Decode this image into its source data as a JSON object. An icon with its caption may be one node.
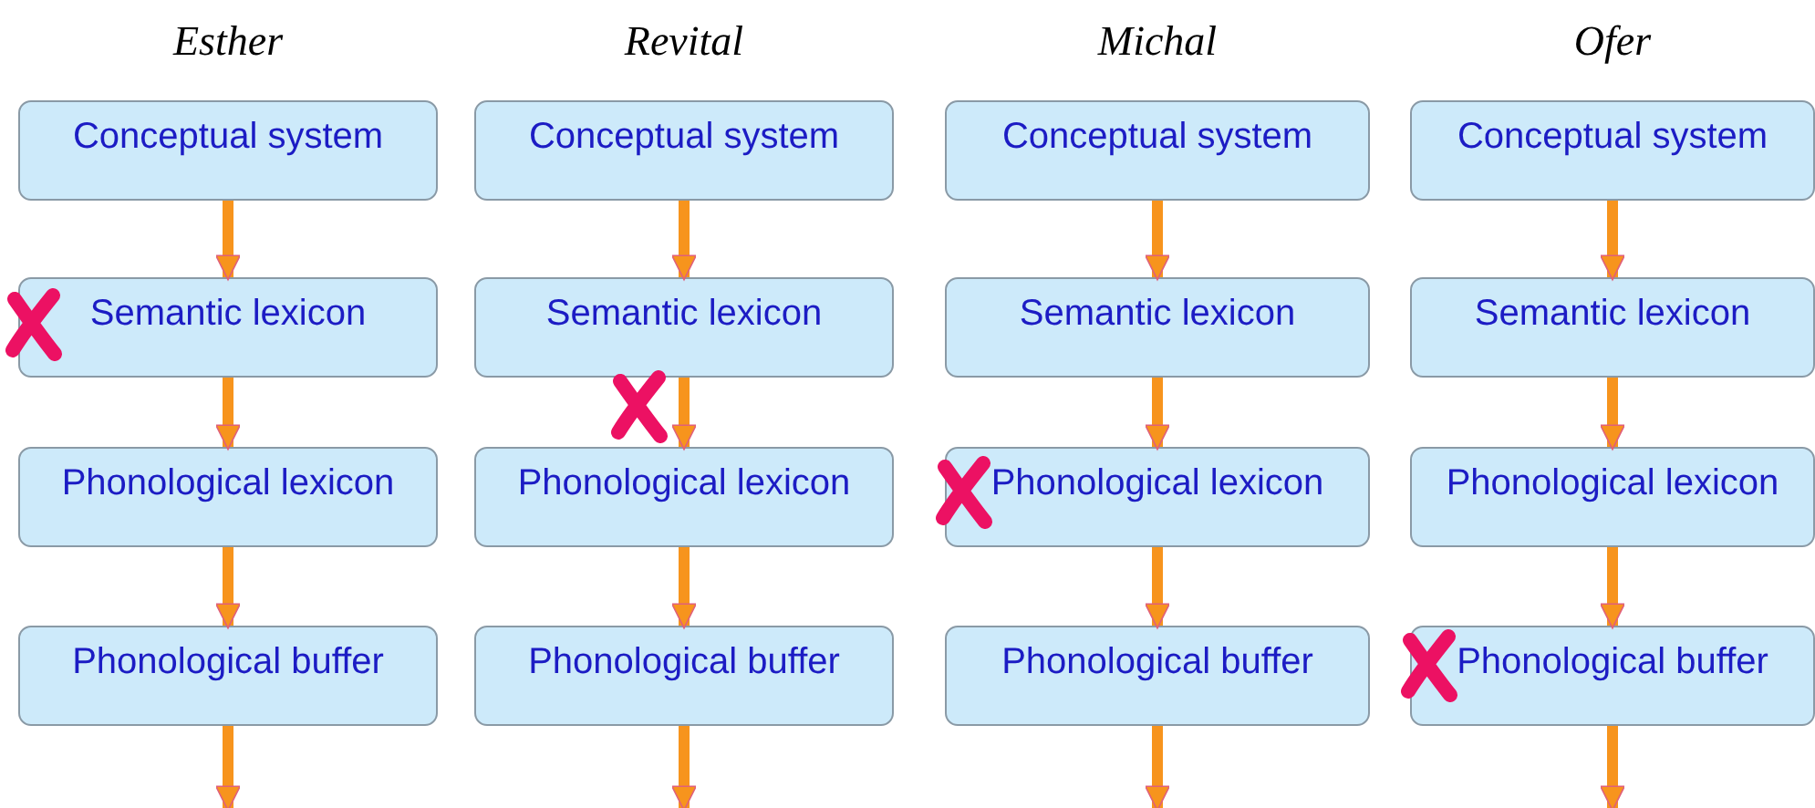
{
  "diagram": {
    "nodes": [
      {
        "text": [
          "Esther"
        ]
      },
      {
        "text": [
          "Conceptual system"
        ],
        "in": 0
      },
      {
        "text": [
          "Semantic lexicon"
        ],
        "in": 0
      },
      {
        "text": [
          "Phonological lexicon"
        ],
        "in": 0
      },
      {
        "text": [
          "Phonological buffer"
        ],
        "in": 0
      },
      {
        "text": [],
        "shape": "cross",
        "in": 0
      },
      {
        "text": [
          "Revital"
        ]
      },
      {
        "text": [
          "Conceptual system"
        ],
        "in": 6
      },
      {
        "text": [
          "Semantic lexicon"
        ],
        "in": 6
      },
      {
        "text": [
          "Phonological lexicon"
        ],
        "in": 6
      },
      {
        "text": [
          "Phonological buffer"
        ],
        "in": 6
      },
      {
        "text": [],
        "shape": "cross",
        "in": 6
      },
      {
        "text": [
          "Michal"
        ]
      },
      {
        "text": [
          "Conceptual system"
        ],
        "in": 12
      },
      {
        "text": [
          "Semantic lexicon"
        ],
        "in": 12
      },
      {
        "text": [
          "Phonological lexicon"
        ],
        "in": 12
      },
      {
        "text": [
          "Phonological buffer"
        ],
        "in": 12
      },
      {
        "text": [],
        "shape": "cross",
        "in": 12
      },
      {
        "text": [
          "Ofer"
        ]
      },
      {
        "text": [
          "Conceptual system"
        ],
        "in": 18
      },
      {
        "text": [
          "Semantic lexicon"
        ],
        "in": 18
      },
      {
        "text": [
          "Phonological lexicon"
        ],
        "in": 18
      },
      {
        "text": [
          "Phonological buffer"
        ],
        "in": 18
      },
      {
        "text": [],
        "shape": "cross",
        "in": 18
      }
    ],
    "edges": [
      {
        "from": 1,
        "to": 2,
        "arrow": "to"
      },
      {
        "from": 2,
        "to": 3,
        "arrow": "to"
      },
      {
        "from": 3,
        "to": 4,
        "arrow": "to"
      },
      {
        "from": 4,
        "to": null,
        "arrow": "to"
      },
      {
        "from": 7,
        "to": 8,
        "arrow": "to"
      },
      {
        "from": 8,
        "to": 9,
        "arrow": "to"
      },
      {
        "from": 9,
        "to": 10,
        "arrow": "to"
      },
      {
        "from": 10,
        "to": null,
        "arrow": "to"
      },
      {
        "from": 13,
        "to": 14,
        "arrow": "to"
      },
      {
        "from": 14,
        "to": 15,
        "arrow": "to"
      },
      {
        "from": 15,
        "to": 16,
        "arrow": "to"
      },
      {
        "from": 16,
        "to": null,
        "arrow": "to"
      },
      {
        "from": 19,
        "to": 20,
        "arrow": "to"
      },
      {
        "from": 20,
        "to": 21,
        "arrow": "to"
      },
      {
        "from": 21,
        "to": 22,
        "arrow": "to"
      },
      {
        "from": 22,
        "to": null,
        "arrow": "to"
      }
    ]
  }
}
